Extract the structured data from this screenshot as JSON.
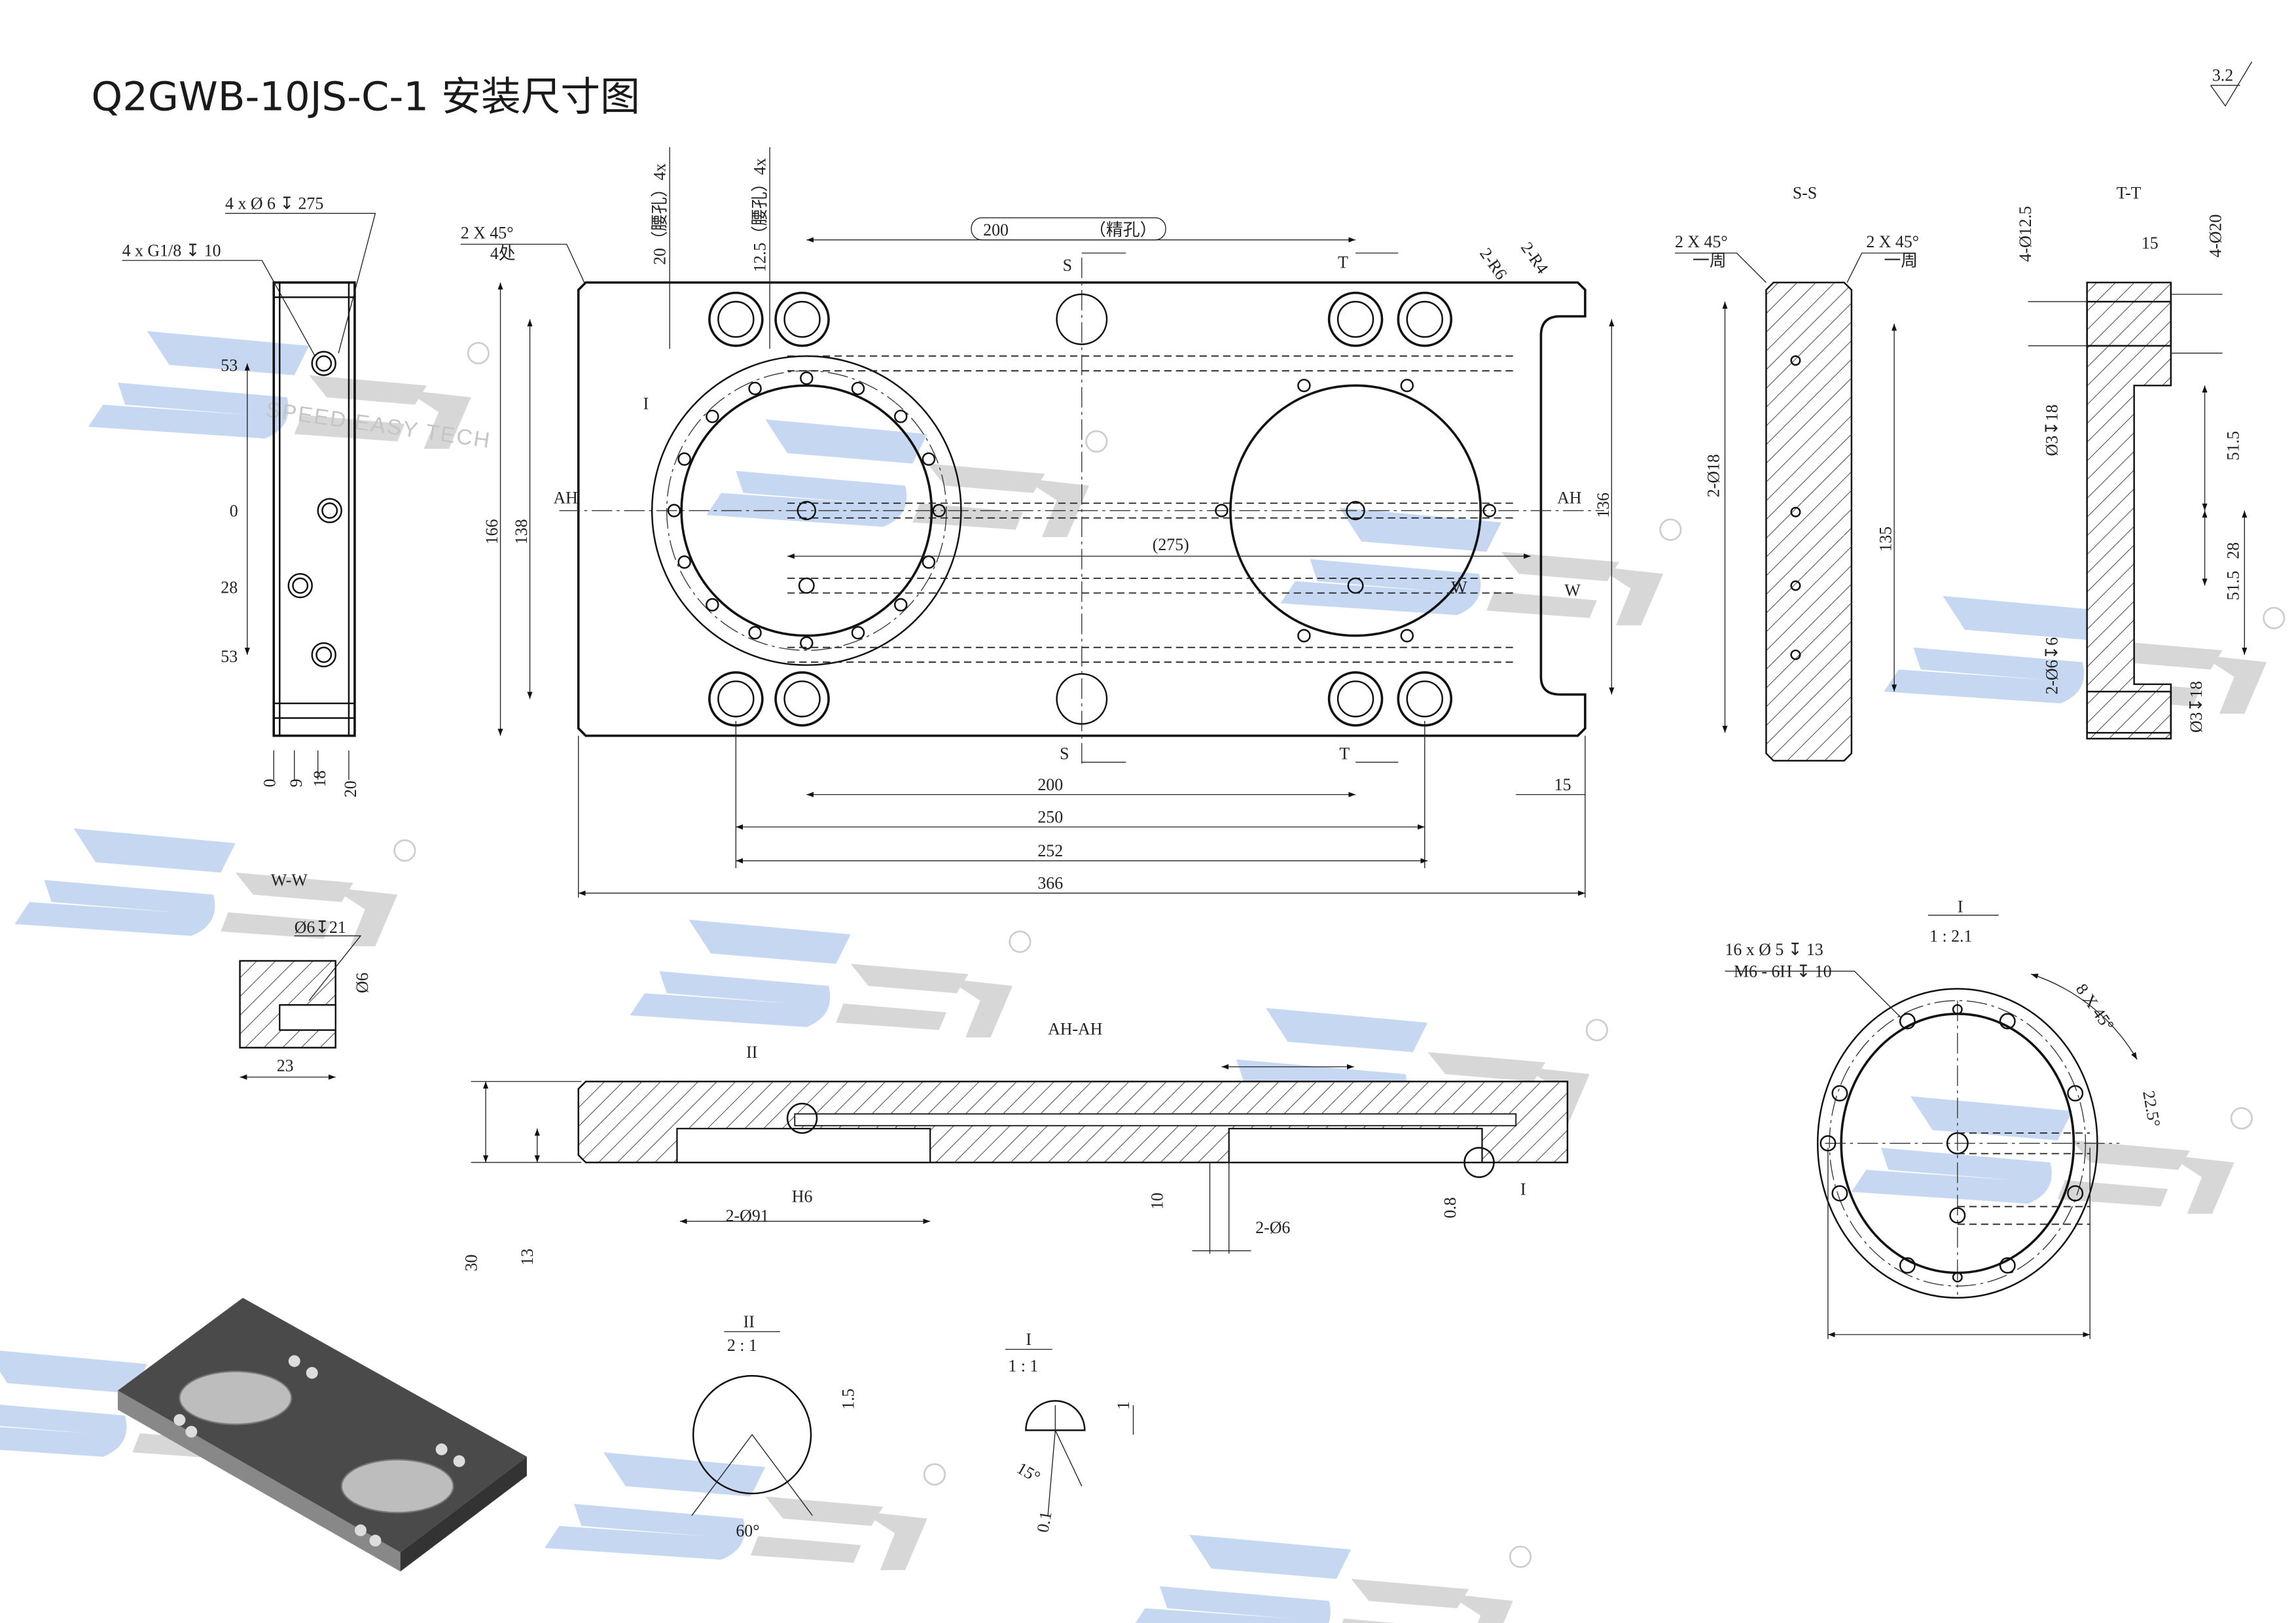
{
  "title": "Q2GWB-10JS-C-1 安装尺寸图",
  "roughness": "3.2",
  "watermark": {
    "brand": "SET",
    "tagline": "SPEED EASY TECH",
    "registered": "®",
    "colors": {
      "blue": "#a9c6ea",
      "gray": "#c8c8c8"
    }
  },
  "side_view": {
    "note_holes": "4 x Ø 6 ↧ 275",
    "note_ports": "4 x G1/8 ↧ 10",
    "v_dims": [
      "53",
      "0",
      "28",
      "53"
    ],
    "h_dims": [
      "0",
      "9",
      "18",
      "20"
    ]
  },
  "plan_view": {
    "chamfer": "2 X 45°",
    "chamfer_count": "4处",
    "slot_20": "20（腰孔）4x",
    "slot_12_5": "12.5（腰孔）4x",
    "top_dim": "200",
    "top_dim_note": "（精孔）",
    "section_s": "S",
    "section_t": "T",
    "radius_6": "2-R6",
    "radius_4": "2-R4",
    "detail_i": "I",
    "section_ah": "AH",
    "dim_166": "166",
    "dim_138": "138",
    "dim_136": "136",
    "dim_275": "(275)",
    "section_w": "W",
    "bottom_dims": [
      "200",
      "250",
      "252",
      "366"
    ],
    "dim_15": "15"
  },
  "section_ss": {
    "title": "S-S",
    "chamfer": "2 X 45°",
    "around": "一周",
    "holes": "2-Ø18",
    "dim": "135"
  },
  "section_tt": {
    "title": "T-T",
    "holes_12_5": "4-Ø12.5",
    "dim_15": "15",
    "holes_20": "4-Ø20",
    "hole_3a": "Ø3↧18",
    "dim_51_5": "51.5",
    "dim_28": "28",
    "holes_6": "2-Ø6↧6",
    "hole_3b": "Ø3↧18"
  },
  "section_ww": {
    "title": "W-W",
    "hole": "Ø6↧21",
    "dia": "Ø6",
    "dim": "23"
  },
  "section_ahah": {
    "title": "AH-AH",
    "detail_ii": "II",
    "fit": "H6",
    "bore": "2-Ø91",
    "dim_10": "10",
    "pins": "2-Ø6",
    "depth": "0.8",
    "detail_i": "I",
    "dim_30": "30",
    "dim_13": "13"
  },
  "detail_i_large": {
    "title": "I",
    "scale": "1 : 2.1",
    "holes": "16 x Ø 5 ↧ 13",
    "thread": "M6 - 6H ↧ 10",
    "pattern": "8 X 45°",
    "offset": "22.5°"
  },
  "detail_ii": {
    "title": "II",
    "scale": "2 : 1",
    "depth": "1.5",
    "angle": "60°"
  },
  "detail_i_small": {
    "title": "I",
    "scale": "1 : 1",
    "depth": "1",
    "angle": "15°",
    "dim": "0.1"
  }
}
